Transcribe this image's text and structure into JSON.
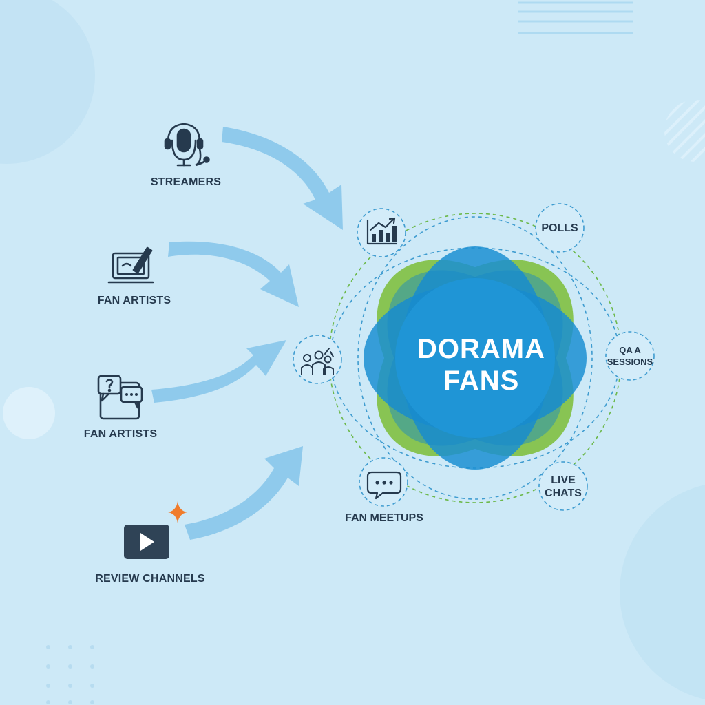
{
  "colors": {
    "background": "#cde9f7",
    "arrow": "#8fcaec",
    "center_blue": "#1f95d6",
    "petal_green": "#84c24a",
    "petal_blue": "#1b8fd2",
    "dashed_green": "#6cb84a",
    "dashed_blue": "#3f9cd0",
    "text_dark": "#263a4e",
    "play_bg": "#2f4356",
    "sparkle": "#f07c2c"
  },
  "sources": [
    {
      "label": "STREAMERS",
      "icon": "microphone-headset-icon"
    },
    {
      "label": "FAN ARTISTS",
      "icon": "tablet-drawing-pen-icon"
    },
    {
      "label": "FAN ARTISTS",
      "icon": "tablet-chat-questions-icon"
    },
    {
      "label": "REVIEW CHANNELS",
      "icon": "video-play-icon"
    }
  ],
  "center": {
    "line1": "DORAMA",
    "line2": "FANS"
  },
  "nodes": {
    "polls": "POLLS",
    "qa_line1": "QA A",
    "qa_line2": "SESSIONS",
    "live_line1": "LIVE",
    "live_line2": "CHATS",
    "fan_meetups": "FAN MEETUPS"
  },
  "node_icons": [
    "growth-chart-icon",
    "fan-group-icon",
    "chat-bubble-icon"
  ]
}
